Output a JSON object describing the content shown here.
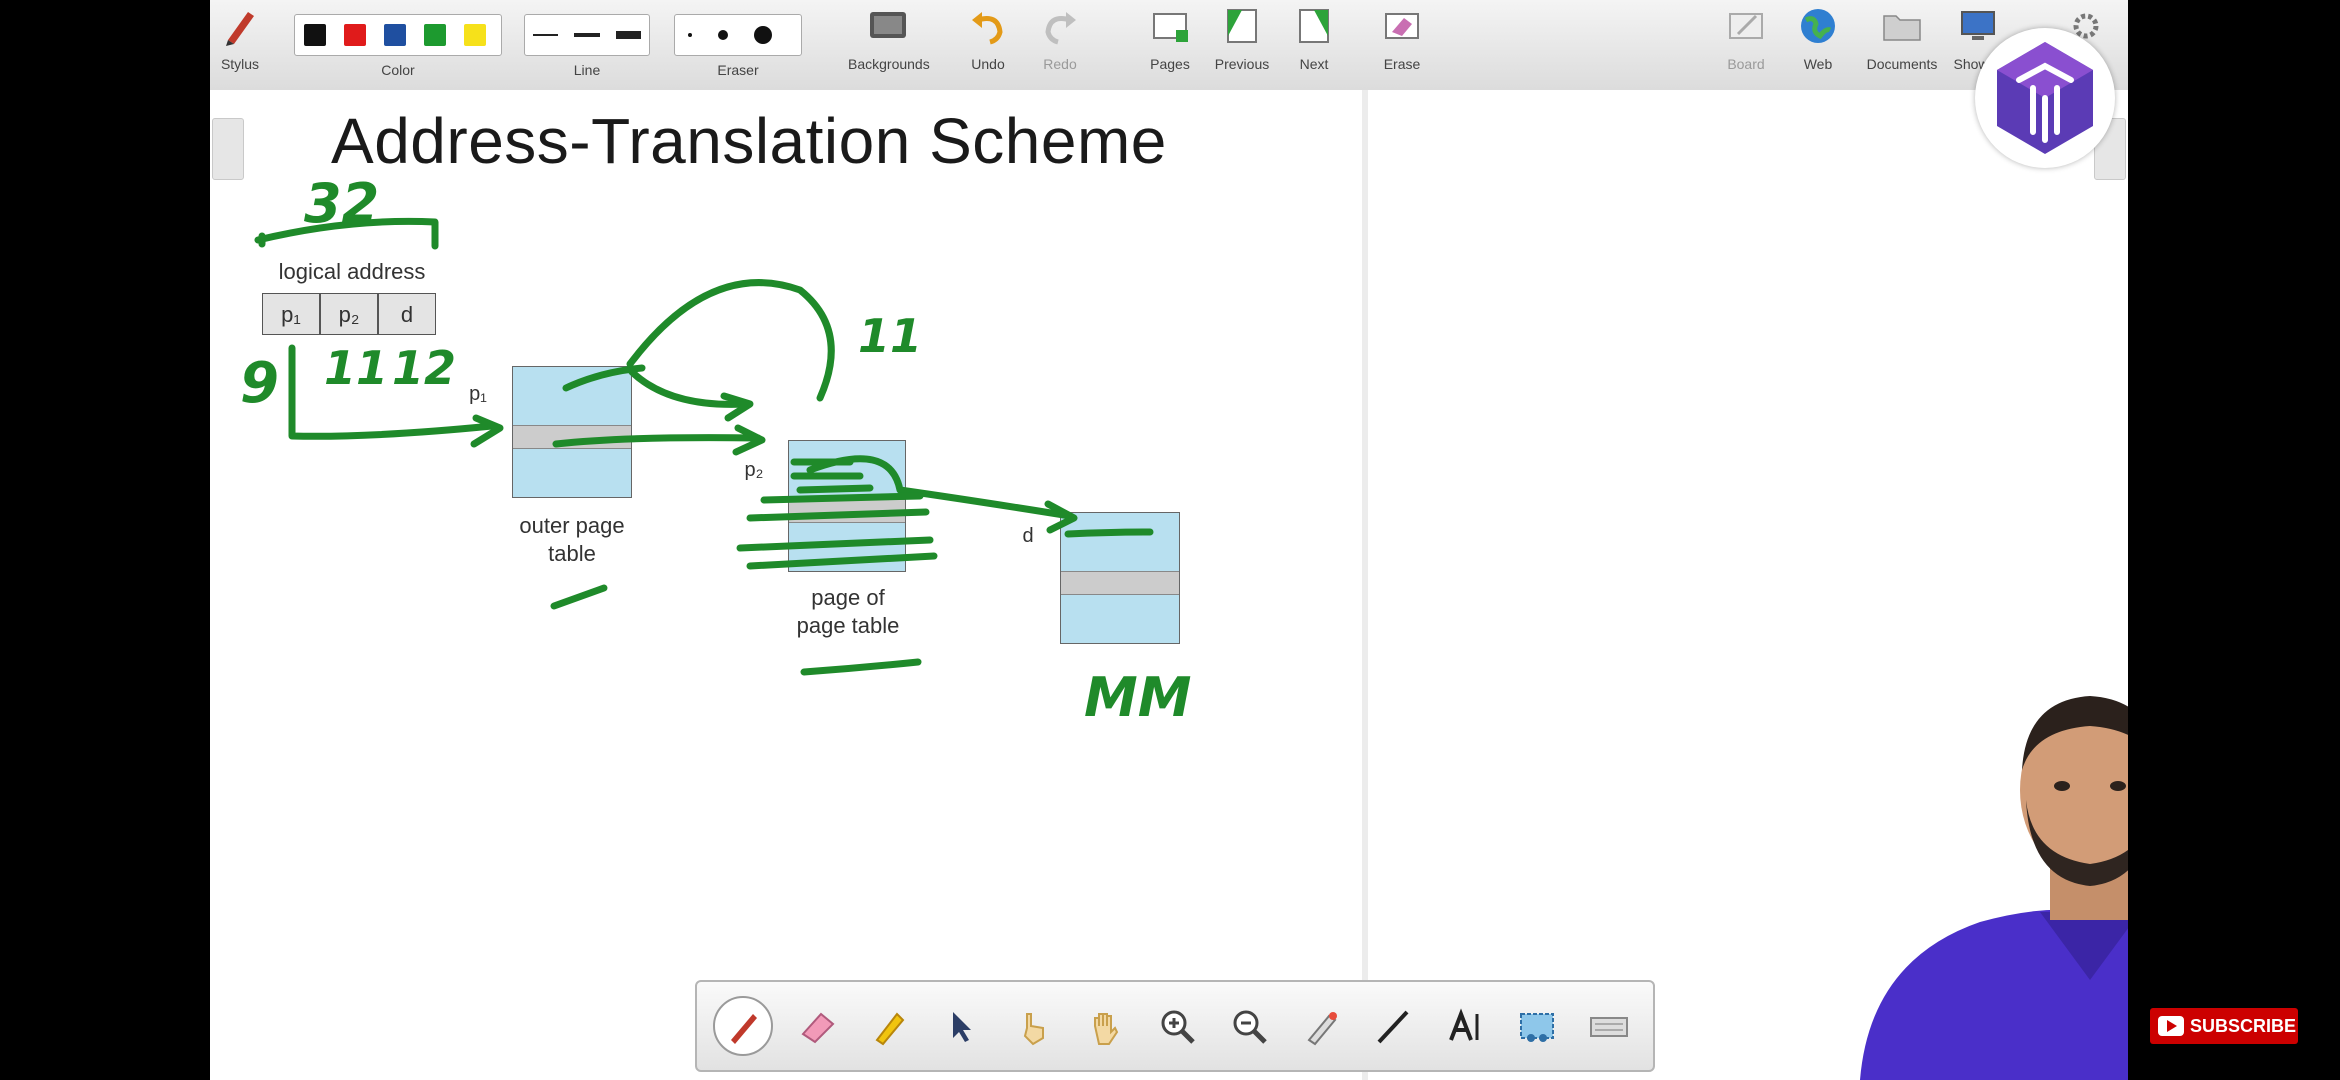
{
  "toolbar": {
    "stylus": "Stylus",
    "color": "Color",
    "line": "Line",
    "eraser": "Eraser",
    "backgrounds": "Backgrounds",
    "undo": "Undo",
    "redo": "Redo",
    "pages": "Pages",
    "previous": "Previous",
    "next": "Next",
    "erase": "Erase",
    "board": "Board",
    "web": "Web",
    "documents": "Documents",
    "show_desktop": "Show D",
    "colors": [
      "#111111",
      "#e01b1b",
      "#1f4fa0",
      "#1d9a2f",
      "#f6e11a"
    ]
  },
  "slide": {
    "title": "Address-Translation Scheme",
    "logical_address": "logical address",
    "fields": [
      "p₁",
      "p₂",
      "d"
    ],
    "p1_label": "p₁",
    "p2_label": "p₂",
    "d_label": "d",
    "outer_table_l1": "outer page",
    "outer_table_l2": "table",
    "page_table_l1": "page of",
    "page_table_l2": "page table"
  },
  "annotations": {
    "bits_total": "32",
    "p1_bits": "9",
    "p2_bits": "11",
    "d_bits": "12",
    "p2_note": "11",
    "mm": "MM",
    "ink_color": "#1f8a2a"
  },
  "subscribe": {
    "label": "SUBSCRIBE"
  }
}
